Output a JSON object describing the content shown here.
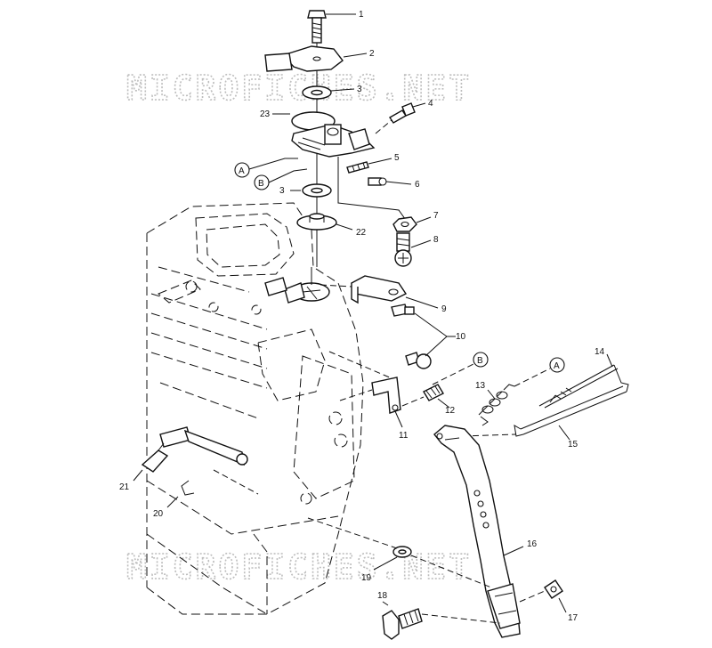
{
  "watermark_text": "MICROFICHES.NET",
  "callouts": {
    "1": "1",
    "2": "2",
    "3a": "3",
    "3b": "3",
    "4": "4",
    "5": "5",
    "6": "6",
    "7": "7",
    "8": "8",
    "9": "9",
    "10": "10",
    "11": "11",
    "12": "12",
    "13": "13",
    "14": "14",
    "15": "15",
    "16": "16",
    "17": "17",
    "18": "18",
    "19": "19",
    "20": "20",
    "21": "21",
    "22": "22",
    "23": "23"
  },
  "refs": {
    "A1": "A",
    "B1": "B",
    "A2": "A",
    "B2": "B"
  }
}
